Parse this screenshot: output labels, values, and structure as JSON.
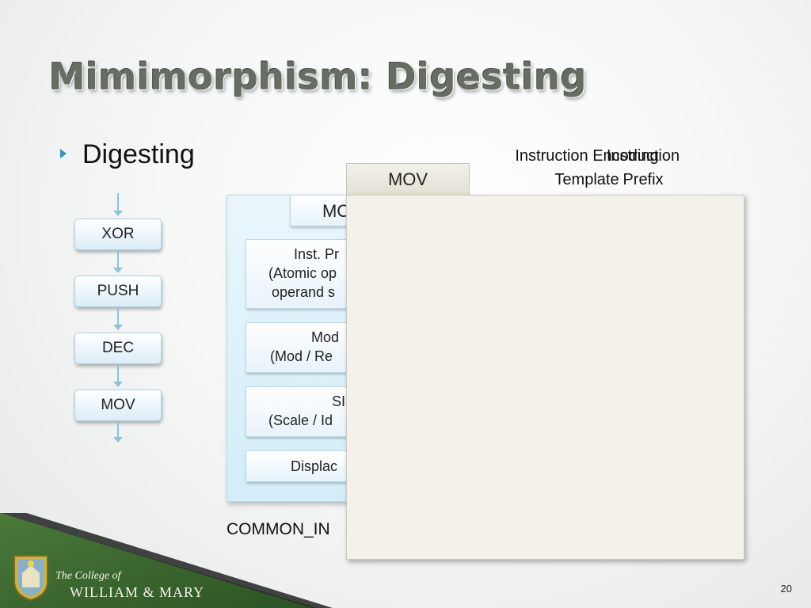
{
  "slide": {
    "title": "Mimimorphism: Digesting",
    "bullet": "Digesting",
    "page_number": "20"
  },
  "flow": {
    "steps": [
      "XOR",
      "PUSH",
      "DEC",
      "MOV"
    ]
  },
  "common_inst": {
    "header": "MO",
    "fields": [
      {
        "line1": "Inst. Pr",
        "line2": "(Atomic op",
        "line3": "operand s"
      },
      {
        "line1": "Mod",
        "line2": "(Mod / Re"
      },
      {
        "line1": "SI",
        "line2": "(Scale / Id"
      },
      {
        "line1": "Displac"
      }
    ],
    "label": "COMMON_IN"
  },
  "encoding": {
    "mov_header": "MOV",
    "label_a_line1": "Instruction Encoding",
    "label_a_line2": "Template",
    "label_b_line1": "Instruction",
    "label_b_line2": "Prefix"
  },
  "footer": {
    "college_prefix": "The College of",
    "college_name": "WILLIAM & MARY"
  },
  "colors": {
    "accent": "#3d8fb8",
    "flow_line": "#8cc3da",
    "footer_green": "#3a6a2e"
  }
}
